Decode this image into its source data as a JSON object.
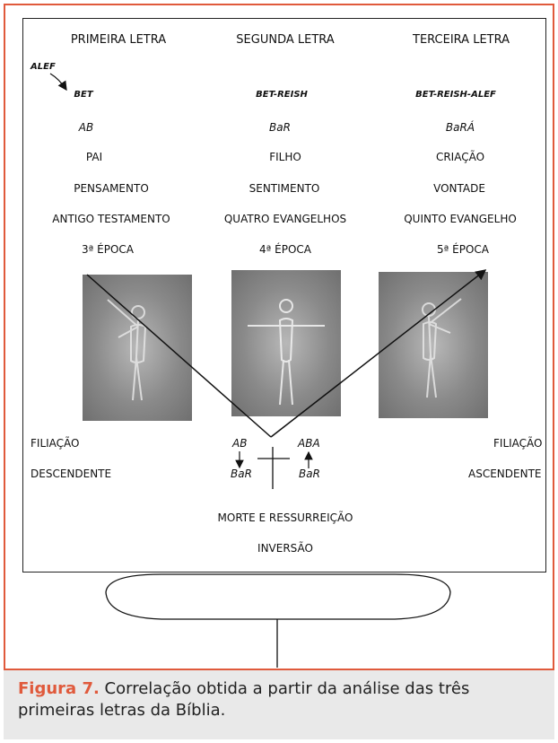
{
  "columns": [
    {
      "header": "PRIMEIRA LETRA",
      "letters": "BET",
      "word": "AB",
      "meaning": "PAI",
      "faculty": "PENSAMENTO",
      "scripture": "ANTIGO TESTAMENTO",
      "epoch": "3ª ÉPOCA"
    },
    {
      "header": "SEGUNDA LETRA",
      "letters": "BET-REISH",
      "word": "BaR",
      "meaning": "FILHO",
      "faculty": "SENTIMENTO",
      "scripture": "QUATRO EVANGELHOS",
      "epoch": "4ª ÉPOCA"
    },
    {
      "header": "TERCEIRA LETRA",
      "letters": "BET-REISH-ALEF",
      "word": "BaRÁ",
      "meaning": "CRIAÇÃO",
      "faculty": "VONTADE",
      "scripture": "QUINTO EVANGELHO",
      "epoch": "5ª ÉPOCA"
    }
  ],
  "alef_label": "ALEF",
  "left_side": {
    "line1": "FILIAÇÃO",
    "line2": "DESCENDENTE"
  },
  "right_side": {
    "line1": "FILIAÇÃO",
    "line2": "ASCENDENTE"
  },
  "center_left": {
    "top": "AB",
    "bottom": "BaR"
  },
  "center_right": {
    "top": "ABA",
    "bottom": "BaR"
  },
  "bottom_lines": {
    "line1": "MORTE E RESSURREIÇÃO",
    "line2": "INVERSÃO"
  },
  "caption": {
    "label": "Figura 7.",
    "text": " Correlação obtida a partir da análise das três primeiras letras da Bíblia."
  },
  "colors": {
    "accent": "#e05a3c",
    "caption_bg": "#e9e9e9"
  }
}
